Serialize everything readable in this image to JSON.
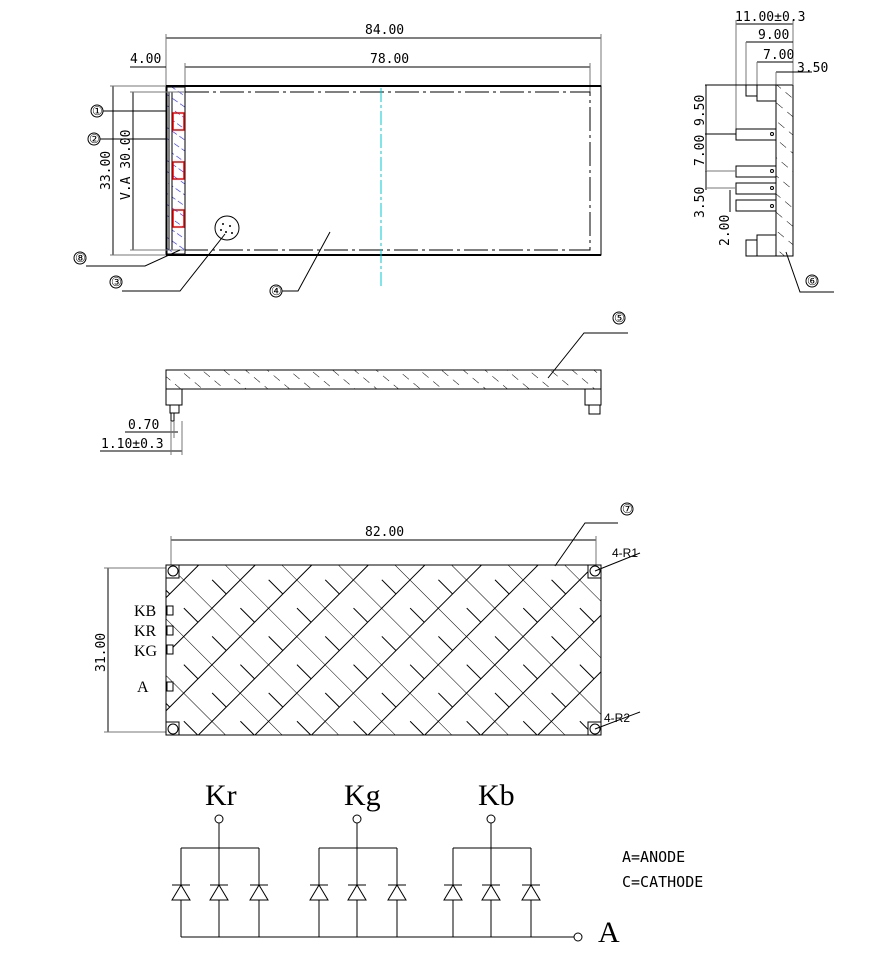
{
  "top_view": {
    "dim_overall_length": "84.00",
    "dim_view_area_length": "78.00",
    "dim_edge": "4.00",
    "dim_overall_height": "33.00",
    "dim_view_area_height": "V.A 30.00",
    "callouts": [
      "①",
      "②",
      "⑧",
      "③",
      "④"
    ]
  },
  "side_view": {
    "dim_total": "11.00±0.3",
    "dim_9": "9.00",
    "dim_7": "7.00",
    "dim_3_5": "3.50",
    "dim_v1": "9.50",
    "dim_v2": "7.00",
    "dim_v3": "3.50",
    "dim_v4": "2.00",
    "callout": "⑥"
  },
  "front_view": {
    "dim_pin_width": "0.70",
    "dim_pin_length": "1.10±0.3",
    "callout": "⑤"
  },
  "bottom_view": {
    "dim_length": "82.00",
    "dim_height": "31.00",
    "radius_1": "4-R1",
    "radius_2": "4-R2",
    "callout": "⑦",
    "pins": [
      "KB",
      "KR",
      "KG",
      "A"
    ]
  },
  "schematic": {
    "cathodes": [
      "Kr",
      "Kg",
      "Kb"
    ],
    "anode_label": "A",
    "legend": [
      "A=ANODE",
      "C=CATHODE"
    ]
  }
}
